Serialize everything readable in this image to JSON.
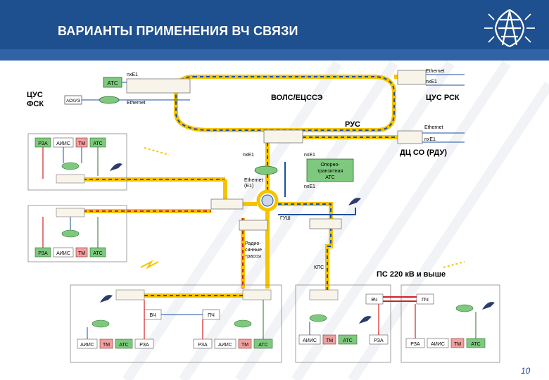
{
  "header": {
    "title": "ВАРИАНТЫ ПРИМЕНЕНИЯ ВЧ СВЯЗИ"
  },
  "page_number": "10",
  "labels": {
    "cus_fsk": "ЦУС\nФСК",
    "cus_rsk": "ЦУС РСК",
    "dc_so": "ДЦ СО (РДУ)",
    "vols": "ВОЛС/ЕЦССЭ",
    "rus": "РУС",
    "ps220": "ПС 220 кВ и выше",
    "kps": "КПС",
    "radio": "Радио-\nсинные\nтрассы",
    "ethernet_e1": "Ethernet\n(E1)",
    "gush": "ГУШ",
    "opora": "Опорно-\nтранзитная\nАТС",
    "nxe1": "nхE1",
    "ethernet": "Ethernet",
    "atc": "АТС",
    "rza": "РЗА",
    "aiis": "АИИС",
    "tm": "ТМ",
    "vch": "ВЧ",
    "pch": "ПЧ",
    "askue": "АСКУЭ"
  },
  "colors": {
    "header": "#1e4f8e",
    "yellow": "#f5c400",
    "blue": "#1d4fa0",
    "red": "#d42020",
    "green": "#7fc97f",
    "pink": "#f1a0a0"
  }
}
